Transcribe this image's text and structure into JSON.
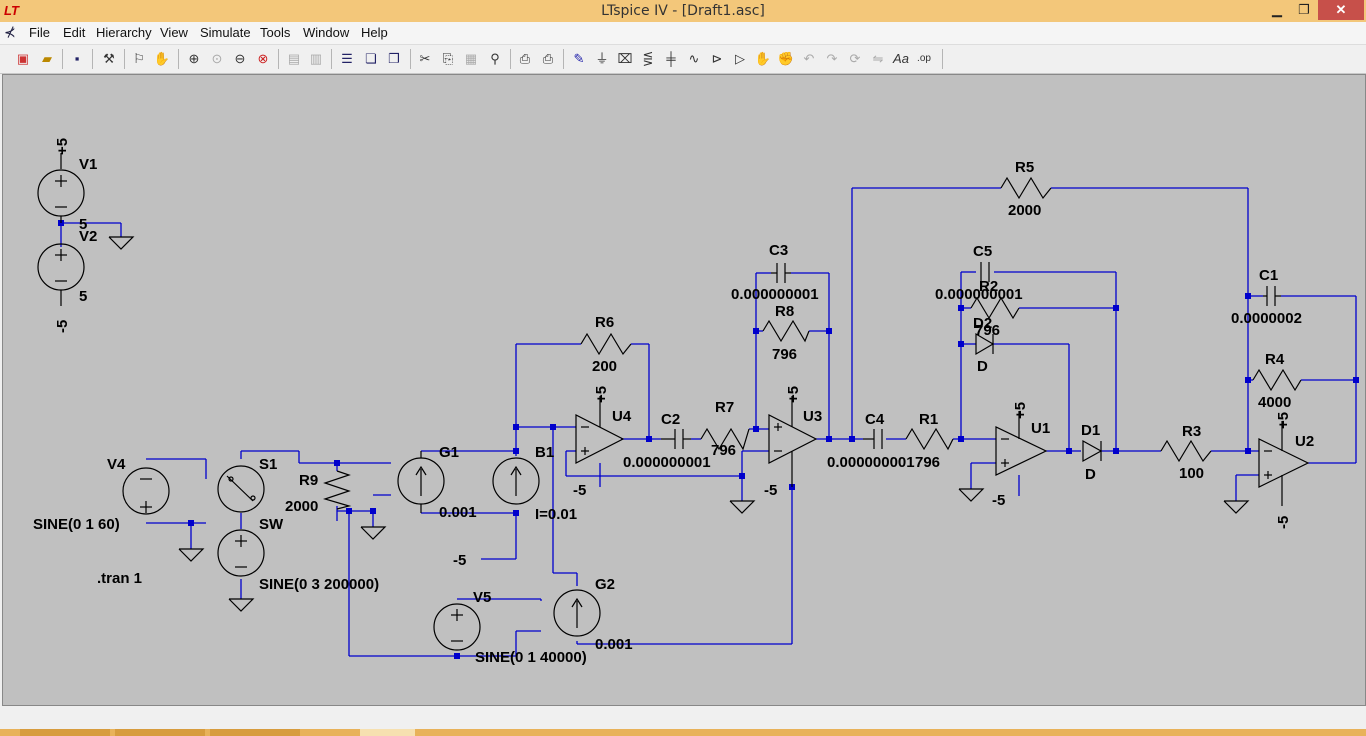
{
  "window": {
    "title": "LTspice IV - [Draft1.asc]",
    "app_icon": "LT"
  },
  "window_controls": {
    "minimize": "▁",
    "restore": "❐",
    "close": "✕"
  },
  "mdi_controls": {
    "minimize": "–",
    "restore": "❐",
    "close": "✕"
  },
  "menu": [
    "File",
    "Edit",
    "Hierarchy",
    "View",
    "Simulate",
    "Tools",
    "Window",
    "Help"
  ],
  "toolbar_icons": [
    "new-schematic-icon",
    "open-icon",
    "save-icon",
    "control-panel-icon",
    "run-icon",
    "halt-icon",
    "zoom-in-icon",
    "zoom-pan-icon",
    "zoom-out-icon",
    "zoom-fit-icon",
    "tile-horizontal-icon",
    "tile-vertical-icon",
    "cascade-icon",
    "close-all-icon",
    "cut-icon",
    "copy-icon",
    "paste-icon",
    "find-icon",
    "print-setup-icon",
    "print-icon",
    "draw-wire-icon",
    "ground-icon",
    "label-net-icon",
    "resistor-icon",
    "capacitor-icon",
    "inductor-icon",
    "diode-icon",
    "component-icon",
    "move-icon",
    "drag-icon",
    "undo-icon",
    "redo-icon",
    "rotate-icon",
    "mirror-icon",
    "text-icon",
    "spice-directive-icon"
  ],
  "schematic": {
    "labels": {
      "v1_top": "+5",
      "v1": "V1",
      "v1_val": "5",
      "v2": "V2",
      "v2_val": "5",
      "v2_bot": "-5",
      "v4": "V4",
      "v4_val": "SINE(0 1 60)",
      "tran": ".tran 1",
      "s1": "S1",
      "s1_model": "SW",
      "s1_val": "SINE(0 3 200000)",
      "r9": "R9",
      "r9_val": "2000",
      "g1": "G1",
      "g1_val": "0.001",
      "b1": "B1",
      "b1_val": "I=0.01",
      "neg5_b1": "-5",
      "v5": "V5",
      "v5_val": "SINE(0 1 40000)",
      "g2": "G2",
      "g2_val": "0.001",
      "r6": "R6",
      "r6_val": "200",
      "u4": "U4",
      "u4_top": "+5",
      "u4_bot": "-5",
      "c2": "C2",
      "c2_val": "0.000000001",
      "r7": "R7",
      "r7_val": "796",
      "c3": "C3",
      "c3_val": "0.000000001",
      "r8": "R8",
      "r8_val": "796",
      "u3": "U3",
      "u3_top": "+5",
      "u3_bot": "-5",
      "c4": "C4",
      "c4_val": "0.000000001",
      "r1": "R1",
      "r1_val": "796",
      "r5": "R5",
      "r5_val": "2000",
      "c5": "C5",
      "c5_val": "0.000000001",
      "r2": "R2",
      "r2_val": "796",
      "d2": "D2",
      "d2_val": "D",
      "u1": "U1",
      "u1_top": "+5",
      "u1_bot": "-5",
      "d1": "D1",
      "d1_val": "D",
      "r3": "R3",
      "r3_val": "100",
      "c1": "C1",
      "c1_val": "0.0000002",
      "r4": "R4",
      "r4_val": "4000",
      "u2": "U2",
      "u2_top": "+5",
      "u2_bot": "-5"
    }
  },
  "colors": {
    "wire": "#0000cc",
    "component": "#000000",
    "canvas": "#c0c0c0"
  }
}
